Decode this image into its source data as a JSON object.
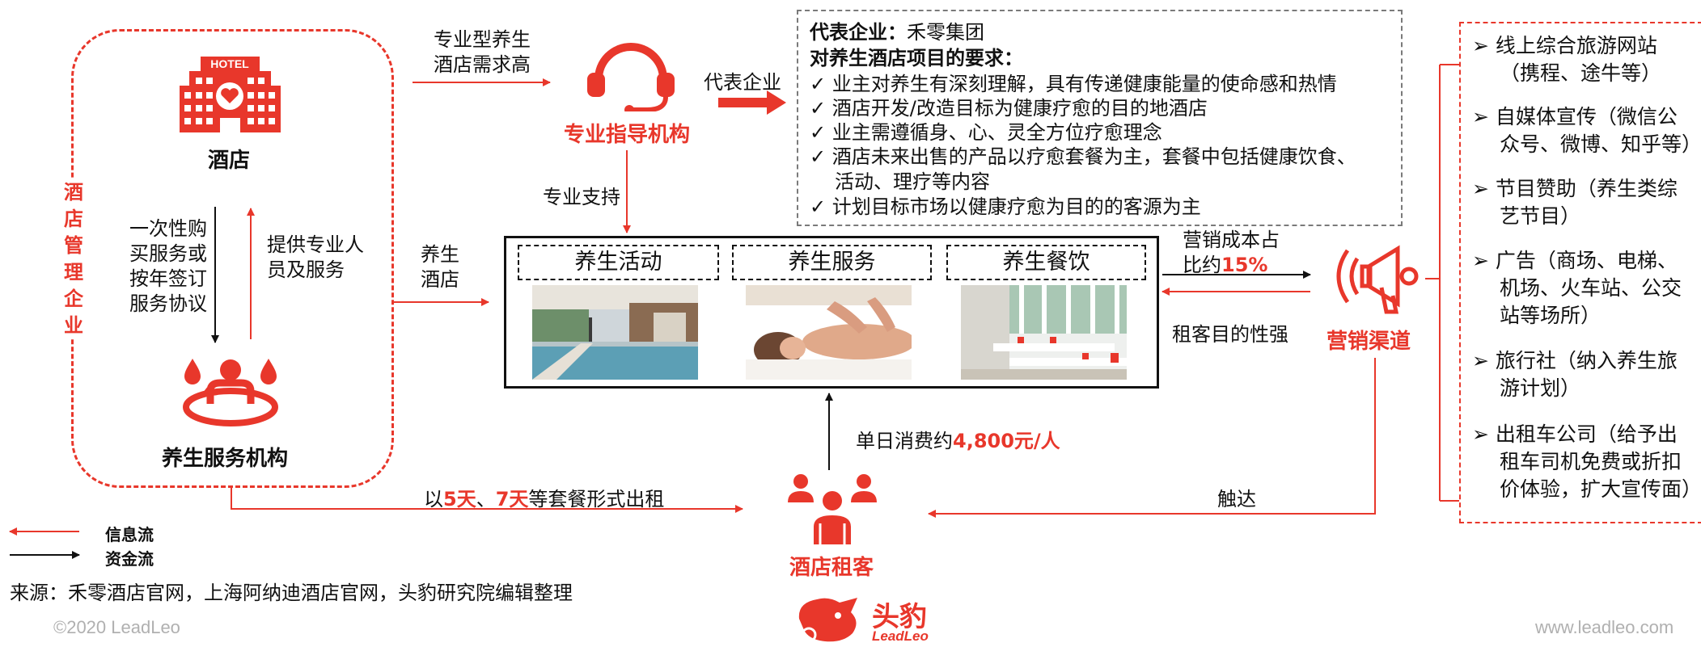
{
  "colors": {
    "accent": "#e8372b",
    "text": "#111111",
    "muted": "#9a9a9a"
  },
  "left_group": {
    "vertical_label": [
      "酒",
      "店",
      "管",
      "理",
      "企",
      "业"
    ],
    "hotel": {
      "icon": "hotel-icon",
      "icon_text": "HOTEL",
      "label": "酒店"
    },
    "service_org": {
      "icon": "spa-icon",
      "label": "养生服务机构"
    },
    "purchase_text": [
      "一次性购",
      "买服务或",
      "按年签订",
      "服务协议"
    ],
    "provide_text": [
      "提供专业人",
      "员及服务"
    ]
  },
  "top_flow": {
    "demand_text": [
      "专业型养生",
      "酒店需求高"
    ],
    "guide_org": {
      "icon": "headset-icon",
      "label": "专业指导机构"
    },
    "rep_company_arrow": "代表企业",
    "support_text": "专业支持"
  },
  "requirements": {
    "rep_label": "代表企业：",
    "rep_value": "禾零集团",
    "title": "对养生酒店项目的要求：",
    "check": "✓",
    "items": [
      "业主对养生有深刻理解，具有传递健康能量的使命感和热情",
      "酒店开发/改造目标为健康疗愈的目的地酒店",
      "业主需遵循身、心、灵全方位疗愈理念",
      "酒店未来出售的产品以疗愈套餐为主，套餐中包括健康饮食、",
      "计划目标市场以健康疗愈为目的的客源为主"
    ],
    "item4_cont": "活动、理疗等内容"
  },
  "center": {
    "hotel_label": [
      "养生",
      "酒店"
    ],
    "services": [
      "养生活动",
      "养生服务",
      "养生餐饮"
    ],
    "photos": [
      "pool-photo",
      "massage-photo",
      "restaurant-photo"
    ]
  },
  "marketing": {
    "cost_text_1": "营销成本占",
    "cost_text_2": "比约",
    "cost_value": "15%",
    "purpose_text": "租客目的性强",
    "icon": "megaphone-icon",
    "label": "营销渠道",
    "reach_text": "触达"
  },
  "channels": [
    [
      "线上综合旅游网站",
      "（携程、途牛等）"
    ],
    [
      "自媒体宣传（微信公",
      "众号、微博、知乎等）"
    ],
    [
      "节目赞助（养生类综",
      "艺节目）"
    ],
    [
      "广告（商场、电梯、",
      "机场、火车站、公交",
      "站等场所）"
    ],
    [
      "旅行社（纳入养生旅",
      "游计划）"
    ],
    [
      "出租车公司（给予出",
      "租车司机免费或折扣",
      "价体验，扩大宣传面）"
    ]
  ],
  "channel_bullet": "➢",
  "tenant": {
    "spend_prefix": "单日消费约",
    "spend_value": "4,800元/人",
    "rent_prefix": "以",
    "rent_5": "5天",
    "rent_sep": "、",
    "rent_7": "7天",
    "rent_suffix": "等套餐形式出租",
    "icon": "people-icon",
    "label": "酒店租客"
  },
  "legend": {
    "info_flow": "信息流",
    "money_flow": "资金流"
  },
  "source": "来源：禾零酒店官网，上海阿纳迪酒店官网，头豹研究院编辑整理",
  "footer": {
    "copyright": "©2020 LeadLeo",
    "website": "www.leadleo.com",
    "logo_cn": "头豹",
    "logo_en": "LeadLeo"
  }
}
